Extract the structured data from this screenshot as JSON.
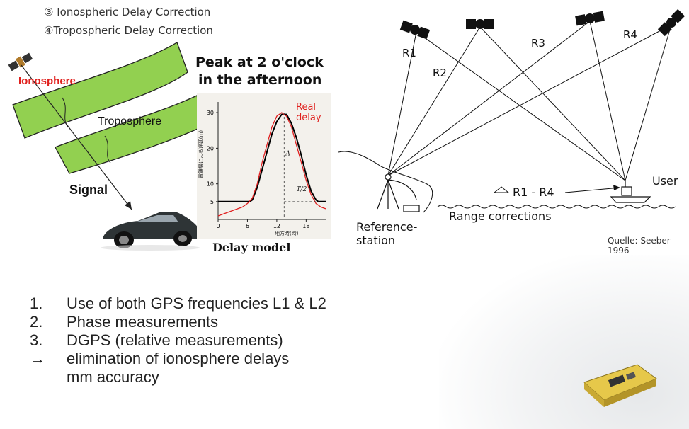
{
  "corrections": {
    "item3": "③ Ionospheric Delay Correction",
    "item4": "④Tropospheric Delay Correction"
  },
  "atmosphere": {
    "ionosphere_label": "Ionosphere",
    "troposphere_label": "Troposphere",
    "signal_label": "Signal"
  },
  "delay_chart": {
    "title_line1": "Peak at 2 o'clock",
    "title_line2": "in the afternoon",
    "legend_real": "Real",
    "legend_delay": "delay",
    "caption": "Delay model",
    "ylabel": "電離層による遅延(m)",
    "xlabel": "地方時(時)",
    "peak_label": "A",
    "half_label": "T/2",
    "y_ticks": [
      "30",
      "20",
      "10",
      "5"
    ],
    "x_ticks": [
      "0",
      "6",
      "12",
      "18"
    ]
  },
  "chart_data": {
    "type": "line",
    "title": "Peak at 2 o'clock in the afternoon",
    "xlabel": "地方時(時)",
    "ylabel": "電離層による遅延(m)",
    "xlim": [
      0,
      22
    ],
    "ylim": [
      0,
      33
    ],
    "series": [
      {
        "name": "Delay model",
        "color": "#000000",
        "x": [
          0,
          6.5,
          7,
          8,
          9,
          10,
          11,
          12,
          13,
          14,
          15,
          16,
          17,
          18,
          19,
          20,
          20.5,
          22
        ],
        "y": [
          5,
          5,
          5.5,
          9,
          14,
          19,
          24,
          27.5,
          29.5,
          29.5,
          27,
          23,
          18,
          12.5,
          8,
          5.5,
          5,
          5
        ]
      },
      {
        "name": "Real delay",
        "color": "#e02020",
        "x": [
          0,
          3,
          5,
          6,
          7,
          8,
          9,
          10,
          11,
          12,
          13,
          14,
          15,
          16,
          17,
          18,
          19,
          20,
          21,
          22
        ],
        "y": [
          1,
          2.5,
          3.5,
          4.5,
          6,
          10,
          16,
          21,
          26,
          29,
          30,
          29,
          26,
          21,
          16,
          11,
          7,
          4.5,
          3.5,
          3
        ]
      }
    ]
  },
  "dgps": {
    "r1": "R1",
    "r2": "R2",
    "r3": "R3",
    "r4": "R4",
    "user": "User",
    "range_diff": "R1 - R4",
    "range_corrections": "Range corrections",
    "reference_line1": "Reference-",
    "reference_line2": "station",
    "source": "Quelle: Seeber 1996"
  },
  "bullets": [
    {
      "num": "1.",
      "text": "Use of both GPS frequencies L1 & L2"
    },
    {
      "num": "2.",
      "text": "Phase measurements"
    },
    {
      "num": "3.",
      "text": "DGPS (relative measurements)"
    },
    {
      "num": "→",
      "text": "elimination of ionosphere delays"
    },
    {
      "num": "",
      "text": "mm accuracy"
    }
  ]
}
